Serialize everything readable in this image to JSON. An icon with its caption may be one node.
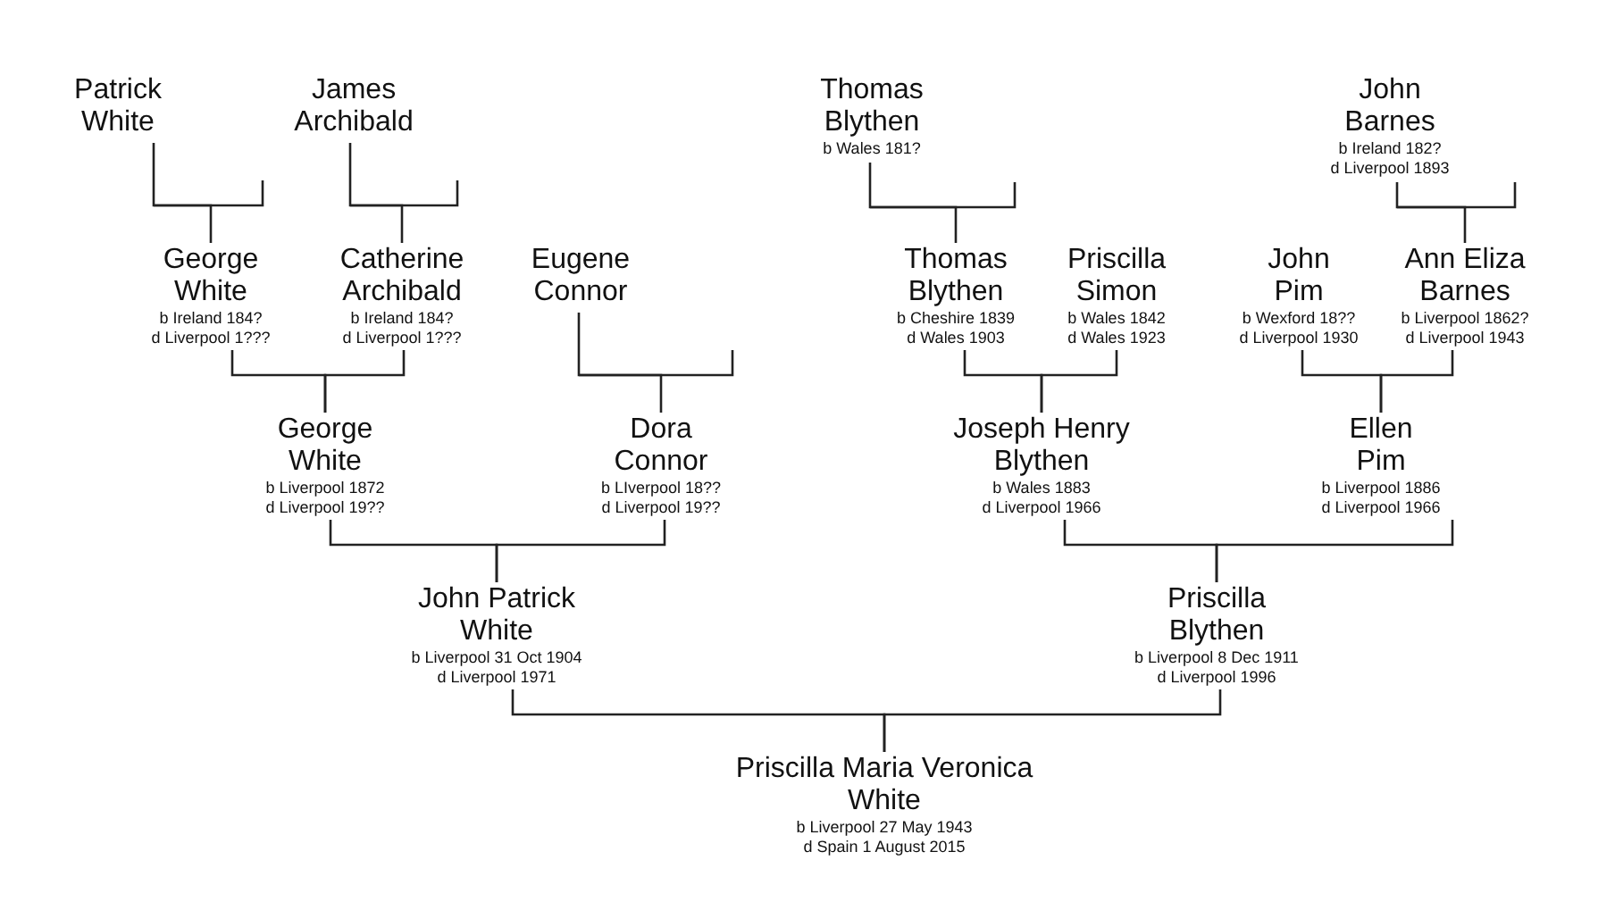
{
  "diagram": {
    "nodes": [
      {
        "text": [
          "Patrick White"
        ]
      },
      {
        "text": [
          "James Archibald"
        ]
      },
      {
        "text": [
          "Thomas Blythen",
          "b Wales 181?"
        ]
      },
      {
        "text": [
          "John Barnes",
          "b Ireland 182?",
          "d Liverpool 1893"
        ]
      },
      {
        "text": [
          "George White",
          "b Ireland 184?",
          "d Liverpool 1???"
        ]
      },
      {
        "text": [
          "Catherine Archibald",
          "b Ireland 184?",
          "d Liverpool 1???"
        ]
      },
      {
        "text": [
          "Eugene Connor"
        ]
      },
      {
        "text": [
          "Thomas Blythen",
          "b Cheshire 1839",
          "d Wales 1903"
        ]
      },
      {
        "text": [
          "Priscilla Simon",
          "b Wales 1842",
          "d Wales 1923"
        ]
      },
      {
        "text": [
          "John Pim",
          "b Wexford 18??",
          "d Liverpool 1930"
        ]
      },
      {
        "text": [
          "Ann Eliza Barnes",
          "b Liverpool 1862?",
          "d Liverpool 1943"
        ]
      },
      {
        "text": [
          "George White",
          "b Liverpool 1872",
          "d Liverpool 19??"
        ]
      },
      {
        "text": [
          "Dora Connor",
          "b LIverpool 18??",
          "d Liverpool 19??"
        ]
      },
      {
        "text": [
          "Joseph Henry Blythen",
          "b Wales 1883",
          "d Liverpool 1966"
        ]
      },
      {
        "text": [
          "Ellen Pim",
          "b Liverpool 1886",
          "d Liverpool 1966"
        ]
      },
      {
        "text": [
          "John Patrick White",
          "b Liverpool 31 Oct 1904",
          "d Liverpool 1971"
        ]
      },
      {
        "text": [
          "Priscilla Blythen",
          "b Liverpool 8 Dec 1911",
          "d Liverpool 1996"
        ]
      },
      {
        "text": [
          "Priscilla Maria Veronica White",
          "b Liverpool 27 May 1943",
          "d Spain 1 August 2015"
        ]
      }
    ],
    "edges": [
      {
        "from": 0,
        "to": 4,
        "arrow": "none"
      },
      {
        "from": 1,
        "to": 5,
        "arrow": "none"
      },
      {
        "from": 2,
        "to": 7,
        "arrow": "none"
      },
      {
        "from": 3,
        "to": 10,
        "arrow": "none"
      },
      {
        "from": 6,
        "to": 12,
        "arrow": "none"
      },
      {
        "from": 4,
        "to": 11,
        "arrow": "none"
      },
      {
        "from": 5,
        "to": 11,
        "arrow": "none"
      },
      {
        "from": 7,
        "to": 13,
        "arrow": "none"
      },
      {
        "from": 8,
        "to": 13,
        "arrow": "none"
      },
      {
        "from": 9,
        "to": 14,
        "arrow": "none"
      },
      {
        "from": 10,
        "to": 14,
        "arrow": "none"
      },
      {
        "from": 11,
        "to": 15,
        "arrow": "none"
      },
      {
        "from": 12,
        "to": 15,
        "arrow": "none"
      },
      {
        "from": 13,
        "to": 16,
        "arrow": "none"
      },
      {
        "from": 14,
        "to": 16,
        "arrow": "none"
      },
      {
        "from": 15,
        "to": 17,
        "arrow": "none"
      },
      {
        "from": 16,
        "to": 17,
        "arrow": "none"
      }
    ]
  }
}
